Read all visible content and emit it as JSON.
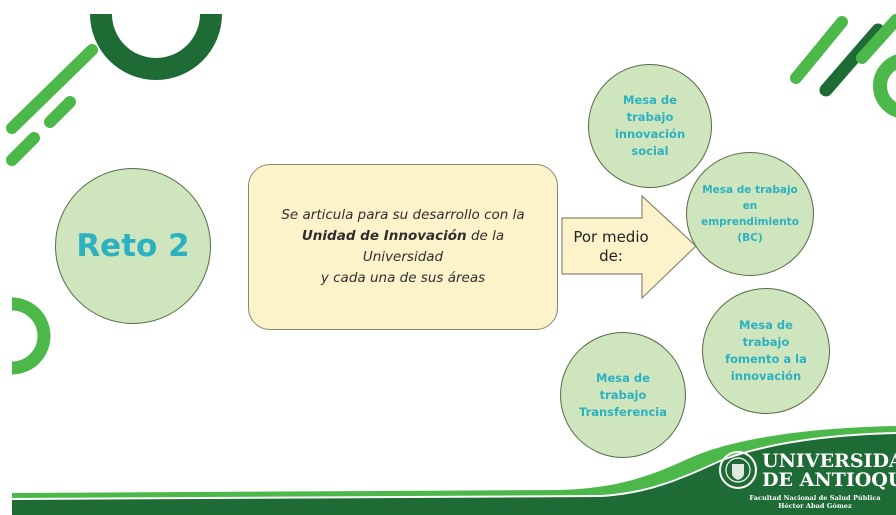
{
  "main": {
    "reto_label": "Reto 2",
    "box": {
      "line1": "Se articula para su desarrollo con la",
      "line2_bold": "Unidad de Innovación",
      "line2_rest": " de la Universidad",
      "line3": "y cada una de sus áreas"
    },
    "arrow_label": "Por medio de:",
    "mesas": [
      "Mesa de\ntrabajo\ninnovación\nsocial",
      "Mesa de trabajo\nen\nemprendimiento\n(BC)",
      "Mesa de\ntrabajo\nfomento a la\ninnovación",
      "Mesa de\ntrabajo\nTransferencia"
    ]
  },
  "footer": {
    "university_line1": "UNIVERSIDAD",
    "university_line2": "DE ANTIOQUIA",
    "faculty_line1": "Facultad Nacional de Salud Pública",
    "faculty_line2": "Héctor Abad Gómez",
    "seal_icon": "university-seal-icon"
  },
  "colors": {
    "dark_green": "#1f6b35",
    "bright_green": "#4db84a",
    "circle_fill": "#cfe5bd",
    "teal_text": "#2bb1c0",
    "box_fill": "#fdf3cb"
  }
}
